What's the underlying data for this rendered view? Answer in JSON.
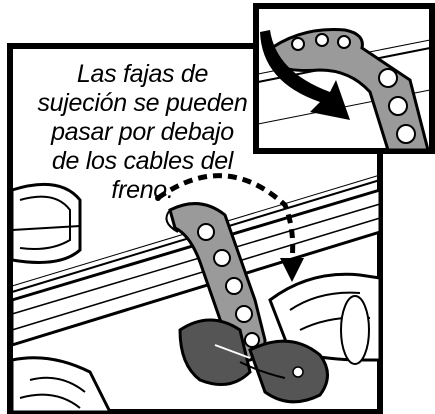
{
  "caption": {
    "line1": "Las fajas de",
    "line2": "sujeción se pueden",
    "line3": "pasar por debajo",
    "line4": "de los cables del",
    "line5": "freno."
  },
  "colors": {
    "line": "#000000",
    "background": "#ffffff",
    "strap": "#9a9a9a",
    "strap_dark": "#555555",
    "light_gray": "#d9d9d9"
  },
  "icons": {
    "main_illustration": "bike-frame-strap-illustration",
    "inset_illustration": "strap-under-brake-cable-inset",
    "arrow": "curved-arrow-icon"
  }
}
